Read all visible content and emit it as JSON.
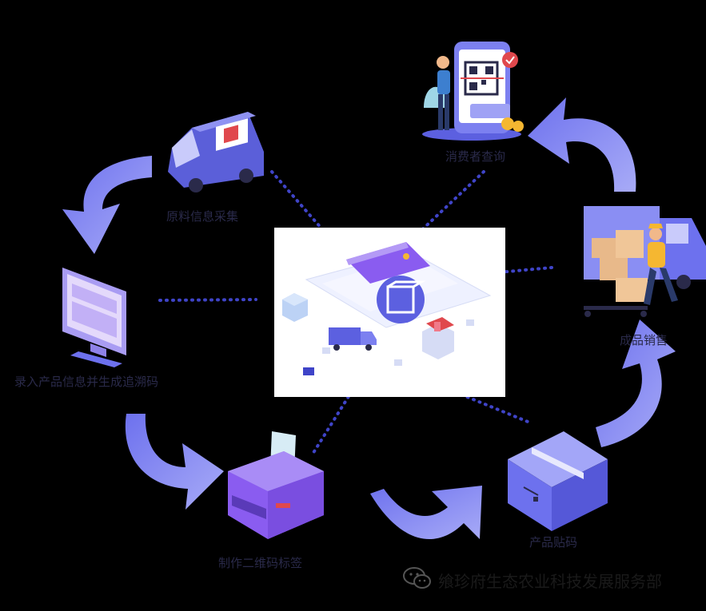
{
  "steps": {
    "raw_material": "原料信息采集",
    "consumer_query": "消费者查询",
    "sales": "成品销售",
    "barcode": "产品贴码",
    "label_print": "制作二维码标签",
    "entry": "录入产品信息并生成追溯码"
  },
  "footer": {
    "account_name": "飨珍府生态农业科技发展服务部",
    "icon": "wechat-icon"
  },
  "colors": {
    "arrow": "#7b7ef2",
    "dots": "#3f44c8",
    "accent_purple": "#8a5cf0"
  }
}
